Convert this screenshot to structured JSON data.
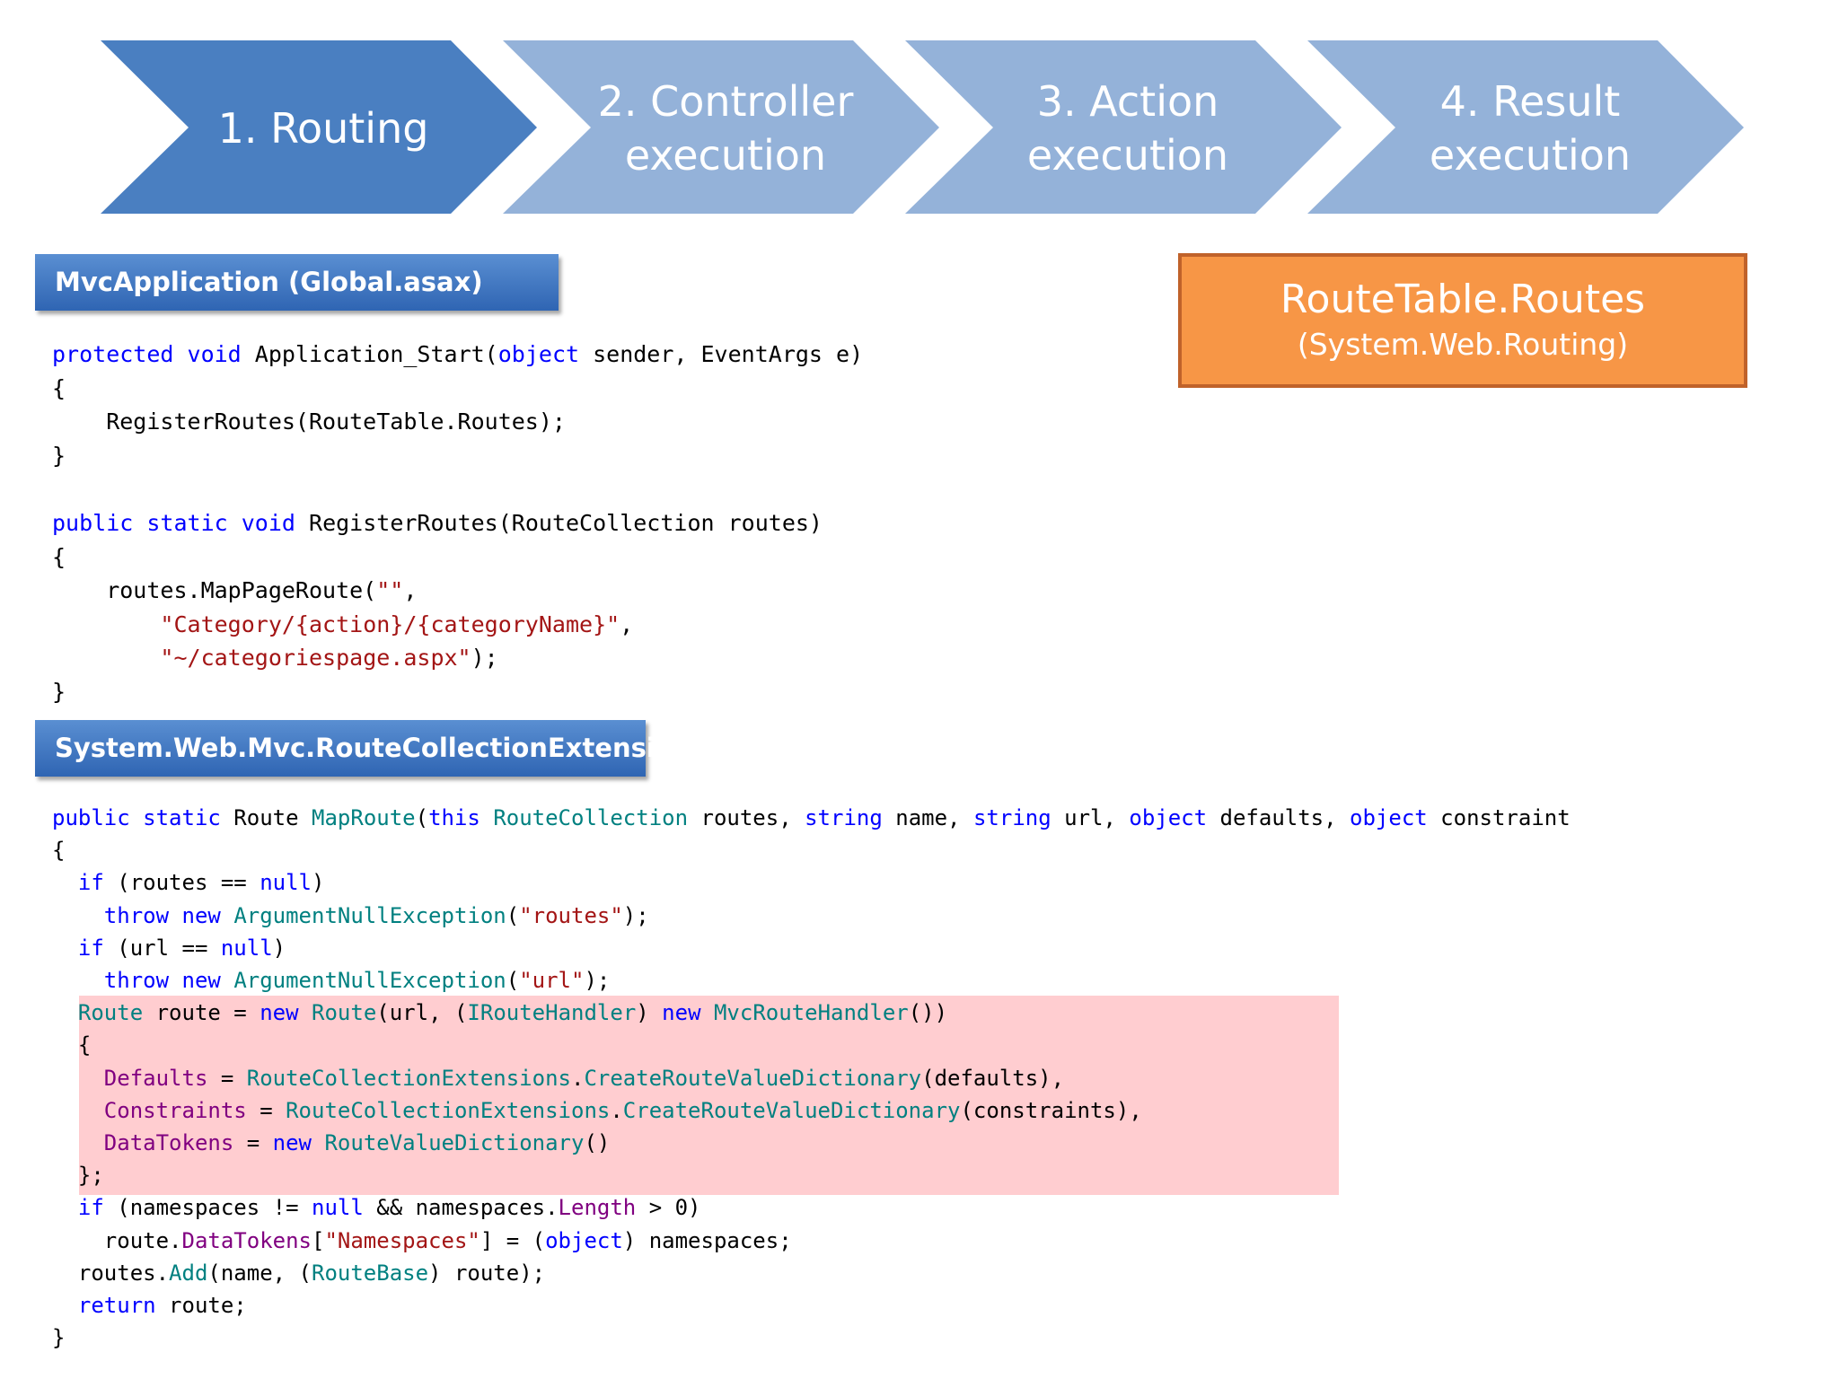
{
  "colors": {
    "step_active": "#4a7fc1",
    "step_inactive": "#94b2d9",
    "header_bar": "#3b72bf",
    "route_table_box": "#f79646",
    "route_table_border": "#c0622a",
    "highlight": "#ffcdd0"
  },
  "pipeline": [
    {
      "label": "1. Routing",
      "active": true
    },
    {
      "label": "2. Controller\nexecution",
      "active": false
    },
    {
      "label": "3. Action\nexecution",
      "active": false
    },
    {
      "label": "4. Result\nexecution",
      "active": false
    }
  ],
  "headers": {
    "global": "MvcApplication (Global.asax)",
    "extensions": "System.Web.Mvc.RouteCollectionExtensions"
  },
  "route_table": {
    "title": "RouteTable.Routes",
    "subtitle": "(System.Web.Routing)"
  },
  "code_global": [
    [
      [
        "kw",
        "protected"
      ],
      [
        "t",
        " "
      ],
      [
        "kw",
        "void"
      ],
      [
        "t",
        " Application_Start("
      ],
      [
        "kw",
        "object"
      ],
      [
        "t",
        " sender, EventArgs e)"
      ]
    ],
    [
      [
        "t",
        "{"
      ]
    ],
    [
      [
        "t",
        "    RegisterRoutes(RouteTable.Routes);"
      ]
    ],
    [
      [
        "t",
        "}"
      ]
    ],
    [
      [
        "t",
        ""
      ]
    ],
    [
      [
        "kw",
        "public"
      ],
      [
        "t",
        " "
      ],
      [
        "kw",
        "static"
      ],
      [
        "t",
        " "
      ],
      [
        "kw",
        "void"
      ],
      [
        "t",
        " RegisterRoutes(RouteCollection routes)"
      ]
    ],
    [
      [
        "t",
        "{"
      ]
    ],
    [
      [
        "t",
        "    routes.MapPageRoute("
      ],
      [
        "str",
        "\"\""
      ],
      [
        "t",
        ","
      ]
    ],
    [
      [
        "t",
        "        "
      ],
      [
        "str",
        "\"Category/{action}/{categoryName}\""
      ],
      [
        "t",
        ","
      ]
    ],
    [
      [
        "t",
        "        "
      ],
      [
        "str",
        "\"~/categoriespage.aspx\""
      ],
      [
        "t",
        ");"
      ]
    ],
    [
      [
        "t",
        "}"
      ]
    ]
  ],
  "code_extensions": [
    [
      [
        "kw",
        "public"
      ],
      [
        "t",
        " "
      ],
      [
        "kw",
        "static"
      ],
      [
        "t",
        " Route "
      ],
      [
        "teal",
        "MapRoute"
      ],
      [
        "t",
        "("
      ],
      [
        "kw",
        "this"
      ],
      [
        "t",
        " "
      ],
      [
        "teal",
        "RouteCollection"
      ],
      [
        "t",
        " routes, "
      ],
      [
        "kw",
        "string"
      ],
      [
        "t",
        " name, "
      ],
      [
        "kw",
        "string"
      ],
      [
        "t",
        " url, "
      ],
      [
        "kw",
        "object"
      ],
      [
        "t",
        " defaults, "
      ],
      [
        "kw",
        "object"
      ],
      [
        "t",
        " constraint"
      ]
    ],
    [
      [
        "t",
        "{"
      ]
    ],
    [
      [
        "t",
        "  "
      ],
      [
        "kw",
        "if"
      ],
      [
        "t",
        " (routes == "
      ],
      [
        "kw",
        "null"
      ],
      [
        "t",
        ")"
      ]
    ],
    [
      [
        "t",
        "    "
      ],
      [
        "kw",
        "throw"
      ],
      [
        "t",
        " "
      ],
      [
        "kw",
        "new"
      ],
      [
        "t",
        " "
      ],
      [
        "teal",
        "ArgumentNullException"
      ],
      [
        "t",
        "("
      ],
      [
        "str",
        "\"routes\""
      ],
      [
        "t",
        ");"
      ]
    ],
    [
      [
        "t",
        "  "
      ],
      [
        "kw",
        "if"
      ],
      [
        "t",
        " (url == "
      ],
      [
        "kw",
        "null"
      ],
      [
        "t",
        ")"
      ]
    ],
    [
      [
        "t",
        "    "
      ],
      [
        "kw",
        "throw"
      ],
      [
        "t",
        " "
      ],
      [
        "kw",
        "new"
      ],
      [
        "t",
        " "
      ],
      [
        "teal",
        "ArgumentNullException"
      ],
      [
        "t",
        "("
      ],
      [
        "str",
        "\"url\""
      ],
      [
        "t",
        ");"
      ]
    ],
    [
      [
        "t",
        "  "
      ],
      [
        "teal",
        "Route"
      ],
      [
        "t",
        " route = "
      ],
      [
        "kw",
        "new"
      ],
      [
        "t",
        " "
      ],
      [
        "teal",
        "Route"
      ],
      [
        "t",
        "(url, ("
      ],
      [
        "teal",
        "IRouteHandler"
      ],
      [
        "t",
        ") "
      ],
      [
        "kw",
        "new"
      ],
      [
        "t",
        " "
      ],
      [
        "teal",
        "MvcRouteHandler"
      ],
      [
        "t",
        "())"
      ]
    ],
    [
      [
        "t",
        "  {"
      ]
    ],
    [
      [
        "t",
        "    "
      ],
      [
        "prop",
        "Defaults"
      ],
      [
        "t",
        " = "
      ],
      [
        "teal",
        "RouteCollectionExtensions"
      ],
      [
        "t",
        "."
      ],
      [
        "teal",
        "CreateRouteValueDictionary"
      ],
      [
        "t",
        "(defaults),"
      ]
    ],
    [
      [
        "t",
        "    "
      ],
      [
        "prop",
        "Constraints"
      ],
      [
        "t",
        " = "
      ],
      [
        "teal",
        "RouteCollectionExtensions"
      ],
      [
        "t",
        "."
      ],
      [
        "teal",
        "CreateRouteValueDictionary"
      ],
      [
        "t",
        "(constraints),"
      ]
    ],
    [
      [
        "t",
        "    "
      ],
      [
        "prop",
        "DataTokens"
      ],
      [
        "t",
        " = "
      ],
      [
        "kw",
        "new"
      ],
      [
        "t",
        " "
      ],
      [
        "teal",
        "RouteValueDictionary"
      ],
      [
        "t",
        "()"
      ]
    ],
    [
      [
        "t",
        "  };"
      ]
    ],
    [
      [
        "t",
        "  "
      ],
      [
        "kw",
        "if"
      ],
      [
        "t",
        " (namespaces != "
      ],
      [
        "kw",
        "null"
      ],
      [
        "t",
        " && namespaces."
      ],
      [
        "prop",
        "Length"
      ],
      [
        "t",
        " > 0)"
      ]
    ],
    [
      [
        "t",
        "    route."
      ],
      [
        "prop",
        "DataTokens"
      ],
      [
        "t",
        "["
      ],
      [
        "str",
        "\"Namespaces\""
      ],
      [
        "t",
        "] = ("
      ],
      [
        "kw",
        "object"
      ],
      [
        "t",
        ") namespaces;"
      ]
    ],
    [
      [
        "t",
        "  routes."
      ],
      [
        "teal",
        "Add"
      ],
      [
        "t",
        "(name, ("
      ],
      [
        "teal",
        "RouteBase"
      ],
      [
        "t",
        ") route);"
      ]
    ],
    [
      [
        "t",
        "  "
      ],
      [
        "kw",
        "return"
      ],
      [
        "t",
        " route;"
      ]
    ],
    [
      [
        "t",
        "}"
      ]
    ]
  ]
}
